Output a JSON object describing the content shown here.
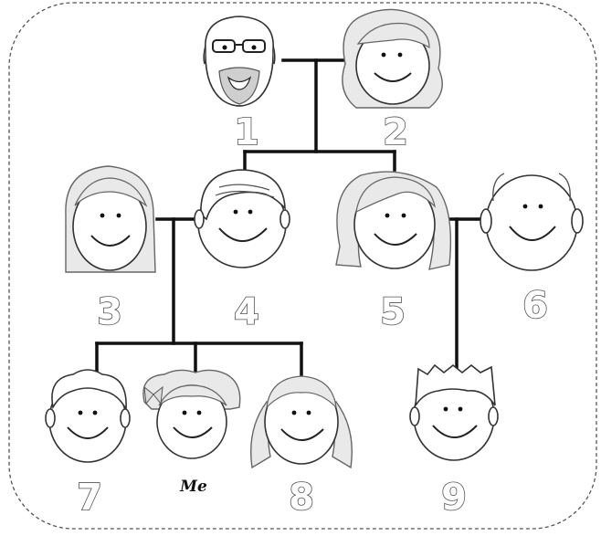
{
  "members": [
    {
      "id": "1",
      "label": "1"
    },
    {
      "id": "2",
      "label": "2"
    },
    {
      "id": "3",
      "label": "3"
    },
    {
      "id": "4",
      "label": "4"
    },
    {
      "id": "5",
      "label": "5"
    },
    {
      "id": "6",
      "label": "6"
    },
    {
      "id": "7",
      "label": "7"
    },
    {
      "id": "me",
      "label": "Me"
    },
    {
      "id": "8",
      "label": "8"
    },
    {
      "id": "9",
      "label": "9"
    }
  ]
}
